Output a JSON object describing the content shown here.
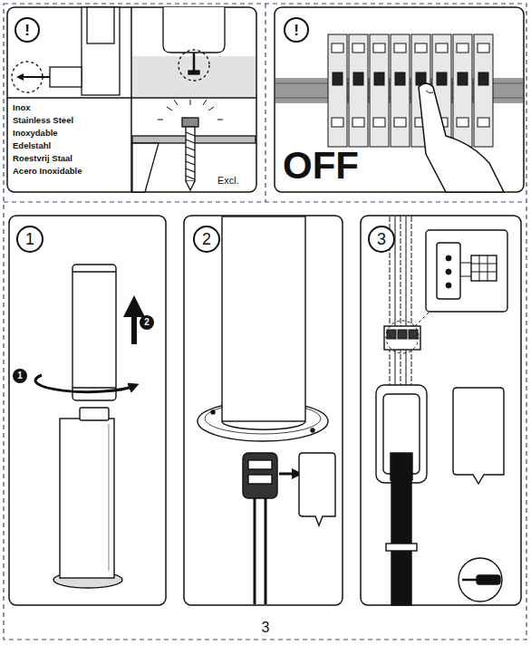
{
  "diagram": {
    "nodes": [
      {
        "text": [
          "!"
        ]
      },
      {
        "text": [
          "!"
        ]
      },
      {
        "text": [
          "1"
        ]
      },
      {
        "text": [
          "2"
        ]
      },
      {
        "text": [
          "3"
        ]
      },
      {
        "text": [
          "2"
        ]
      },
      {
        "text": [
          "1"
        ]
      }
    ],
    "labels": [
      "Inox",
      "Stainless Steel",
      "Inoxydable",
      "Edelstahl",
      "Roestvrij Staal",
      "Acero Inoxidable",
      "Excl.",
      "OFF",
      "3"
    ]
  }
}
